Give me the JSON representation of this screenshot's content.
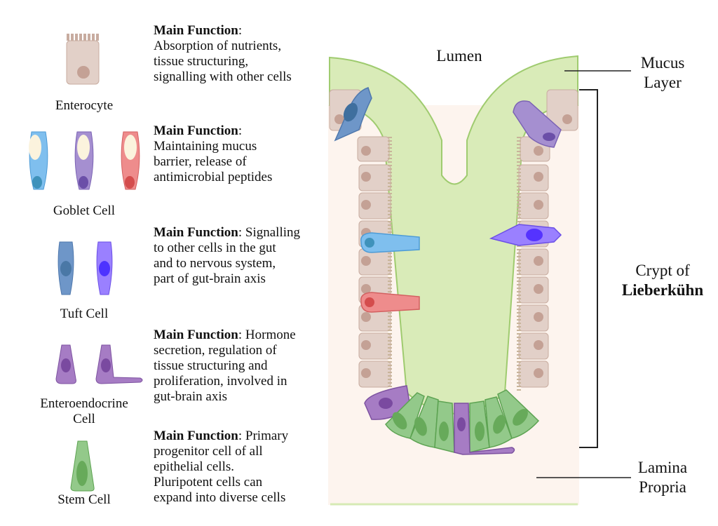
{
  "legend": [
    {
      "name": "Enterocyte",
      "label": "Enterocyte",
      "function_title": "Main Function",
      "function_text": "Absorption of nutrients, tissue structuring, signalling with other cells",
      "lines": [
        "Absorption of nutrients,",
        "tissue structuring,",
        "signalling with other cells"
      ],
      "inline_first": ""
    },
    {
      "name": "Goblet Cell",
      "label": "Goblet Cell",
      "function_title": "Main Function",
      "lines": [
        "Maintaining mucus",
        "barrier, release of",
        "antimicrobial peptides"
      ],
      "inline_first": ""
    },
    {
      "name": "Tuft Cell",
      "label": "Tuft Cell",
      "function_title": "Main Function",
      "inline_first": " Signalling",
      "lines": [
        "to other cells in the gut",
        "and to nervous system,",
        "part of gut-brain axis"
      ]
    },
    {
      "name": "Enteroendocrine Cell",
      "label_lines": [
        "Enteroendocrine",
        "Cell"
      ],
      "function_title": "Main Function",
      "inline_first": " Hormone",
      "lines": [
        "secretion, regulation of",
        "tissue structuring and",
        "proliferation, involved in",
        "gut-brain axis"
      ]
    },
    {
      "name": "Stem Cell",
      "label": "Stem Cell",
      "function_title": "Main Function",
      "inline_first": " Primary",
      "lines": [
        "progenitor cell of all",
        "epithelial cells.",
        "Pluripotent cells can",
        "expand into diverse cells"
      ]
    }
  ],
  "diagram": {
    "lumen": "Lumen",
    "mucus": [
      "Mucus",
      "Layer"
    ],
    "crypt": [
      "Crypt of",
      "Lieberkühn"
    ],
    "lamina": [
      "Lamina",
      "Propria"
    ]
  },
  "colors": {
    "enterocyte": "#e2d0c8",
    "enterocyte_nucleus": "#c4a195",
    "goblet_blue": "#7fbfee",
    "goblet_purple": "#a58fd0",
    "goblet_red": "#ee8c8c",
    "tuft_blue": "#6e96c8",
    "tuft_violet": "#9a80ff",
    "enteroendocrine": "#a67cc4",
    "stem": "#93c98a",
    "mucus": "#d9ebb8",
    "lamina": "#fdf5ef"
  }
}
